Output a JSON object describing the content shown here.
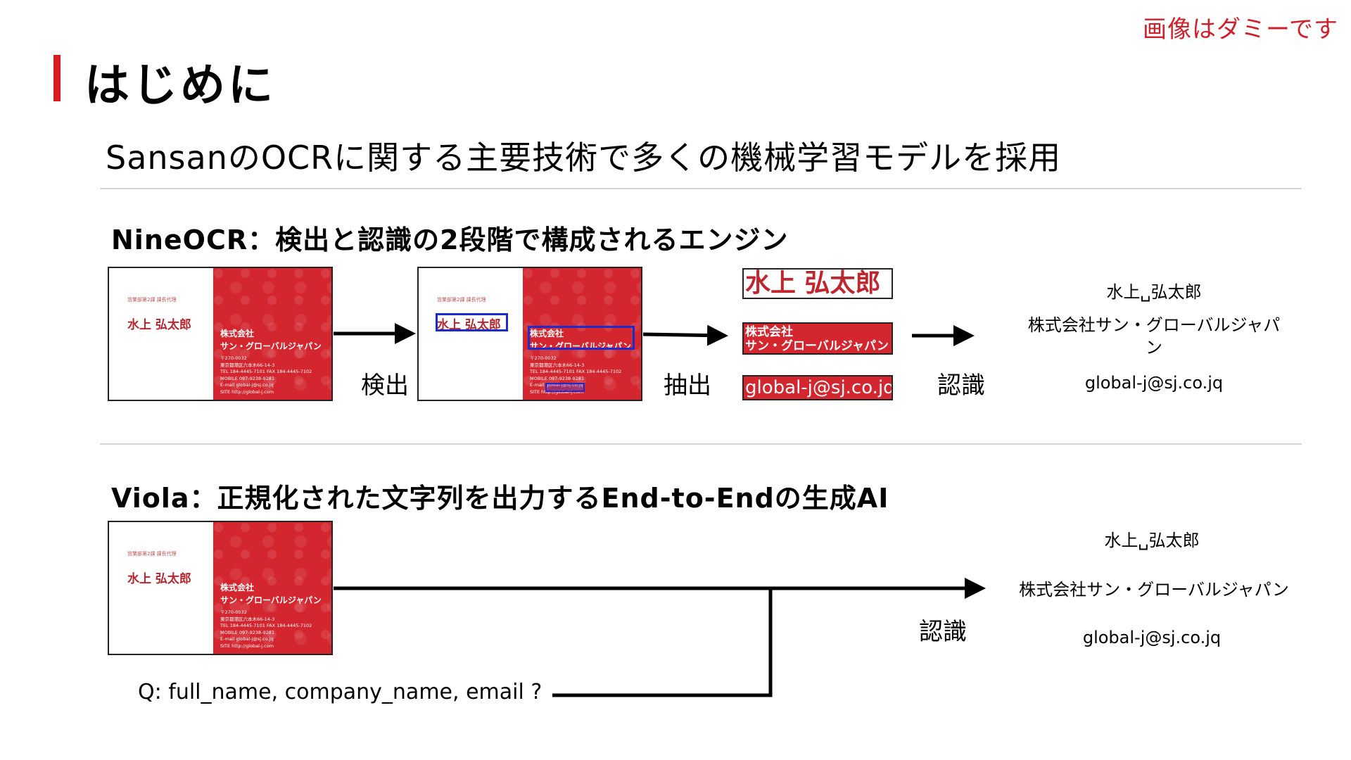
{
  "dummy_notice": "画像はダミーです",
  "title": "はじめに",
  "subtitle": "SansanのOCRに関する主要技術で多くの機械学習モデルを採用",
  "nineocr": {
    "heading": "NineOCR：検出と認識の2段階で構成されるエンジン",
    "step_detect": "検出",
    "step_extract": "抽出",
    "step_recognize": "認識",
    "crops": {
      "name": "水上 弘太郎",
      "company_line1": "株式会社",
      "company_line2": "サン・グローバルジャパン",
      "email": "global-j@sj.co.jq"
    },
    "results": {
      "name": "水上␣弘太郎",
      "company": "株式会社サン・グローバルジャパ",
      "company_wrap": "ン",
      "email": "global-j@sj.co.jq"
    }
  },
  "viola": {
    "heading": "Viola：正規化された文字列を出力するEnd-to-Endの生成AI",
    "step_recognize": "認識",
    "query": "Q: full_name, company_name, email ?",
    "results": {
      "name": "水上␣弘太郎",
      "company": "株式会社サン・グローバルジャパン",
      "email": "global-j@sj.co.jq"
    }
  },
  "card": {
    "tiny_text": "営業部第2課 課長代理",
    "name": "水上 弘太郎",
    "company_line1": "株式会社",
    "company_line2": "サン・グローバルジャパン",
    "details": [
      "〒270-0032",
      "東京都港区六本木66-14-3",
      "TEL 184-4445-7101  FAX 184-4445-7102",
      "MOBILE 097-9238-9281",
      "E-mail global-j@sj.co.jq",
      "SITE http://global-j.com"
    ]
  },
  "colors": {
    "accent": "#d71c24",
    "card_red": "#d4262f",
    "detect_box": "#1c2bd0"
  }
}
